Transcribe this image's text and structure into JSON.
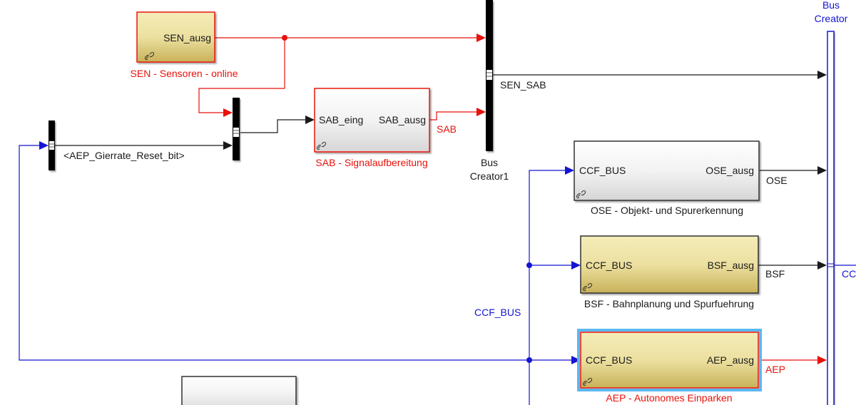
{
  "colors": {
    "signal_red": "#e8120c",
    "signal_blue": "#1414d4",
    "signal_black": "#1a1a1a",
    "block_yellow_top": "#f3e9b0",
    "block_yellow_bottom": "#c9b35c",
    "block_gray_top": "#ffffff",
    "block_gray_bottom": "#d9d9d9",
    "selection_blue": "#5ab8f0"
  },
  "blocks": {
    "sen": {
      "name": "SEN - Sensoren - online",
      "out_port": "SEN_ausg",
      "icon": "link-icon"
    },
    "sab": {
      "name": "SAB - Signalaufbereitung",
      "in_port": "SAB_eing",
      "out_port": "SAB_ausg",
      "icon": "link-icon"
    },
    "ose": {
      "name": "OSE - Objekt- und Spurerkennung",
      "in_port": "CCF_BUS",
      "out_port": "OSE_ausg",
      "icon": "link-icon"
    },
    "bsf": {
      "name": "BSF - Bahnplanung und Spurfuehrung",
      "in_port": "CCF_BUS",
      "out_port": "BSF_ausg",
      "icon": "link-icon"
    },
    "aep": {
      "name": "AEP - Autonomes Einparken",
      "in_port": "CCF_BUS",
      "out_port": "AEP_ausg",
      "icon": "link-icon"
    },
    "bus_creator1": {
      "line1": "Bus",
      "line2": "Creator1"
    },
    "bus_creator": {
      "line1": "Bus",
      "line2": "Creator"
    }
  },
  "signals": {
    "aep_reset": "<AEP_Gierrate_Reset_bit>",
    "sab": "SAB",
    "sen_sab": "SEN_SAB",
    "ose": "OSE",
    "bsf": "BSF",
    "aep": "AEP",
    "ccf_bus": "CCF_BUS",
    "cc_out": "CC"
  }
}
